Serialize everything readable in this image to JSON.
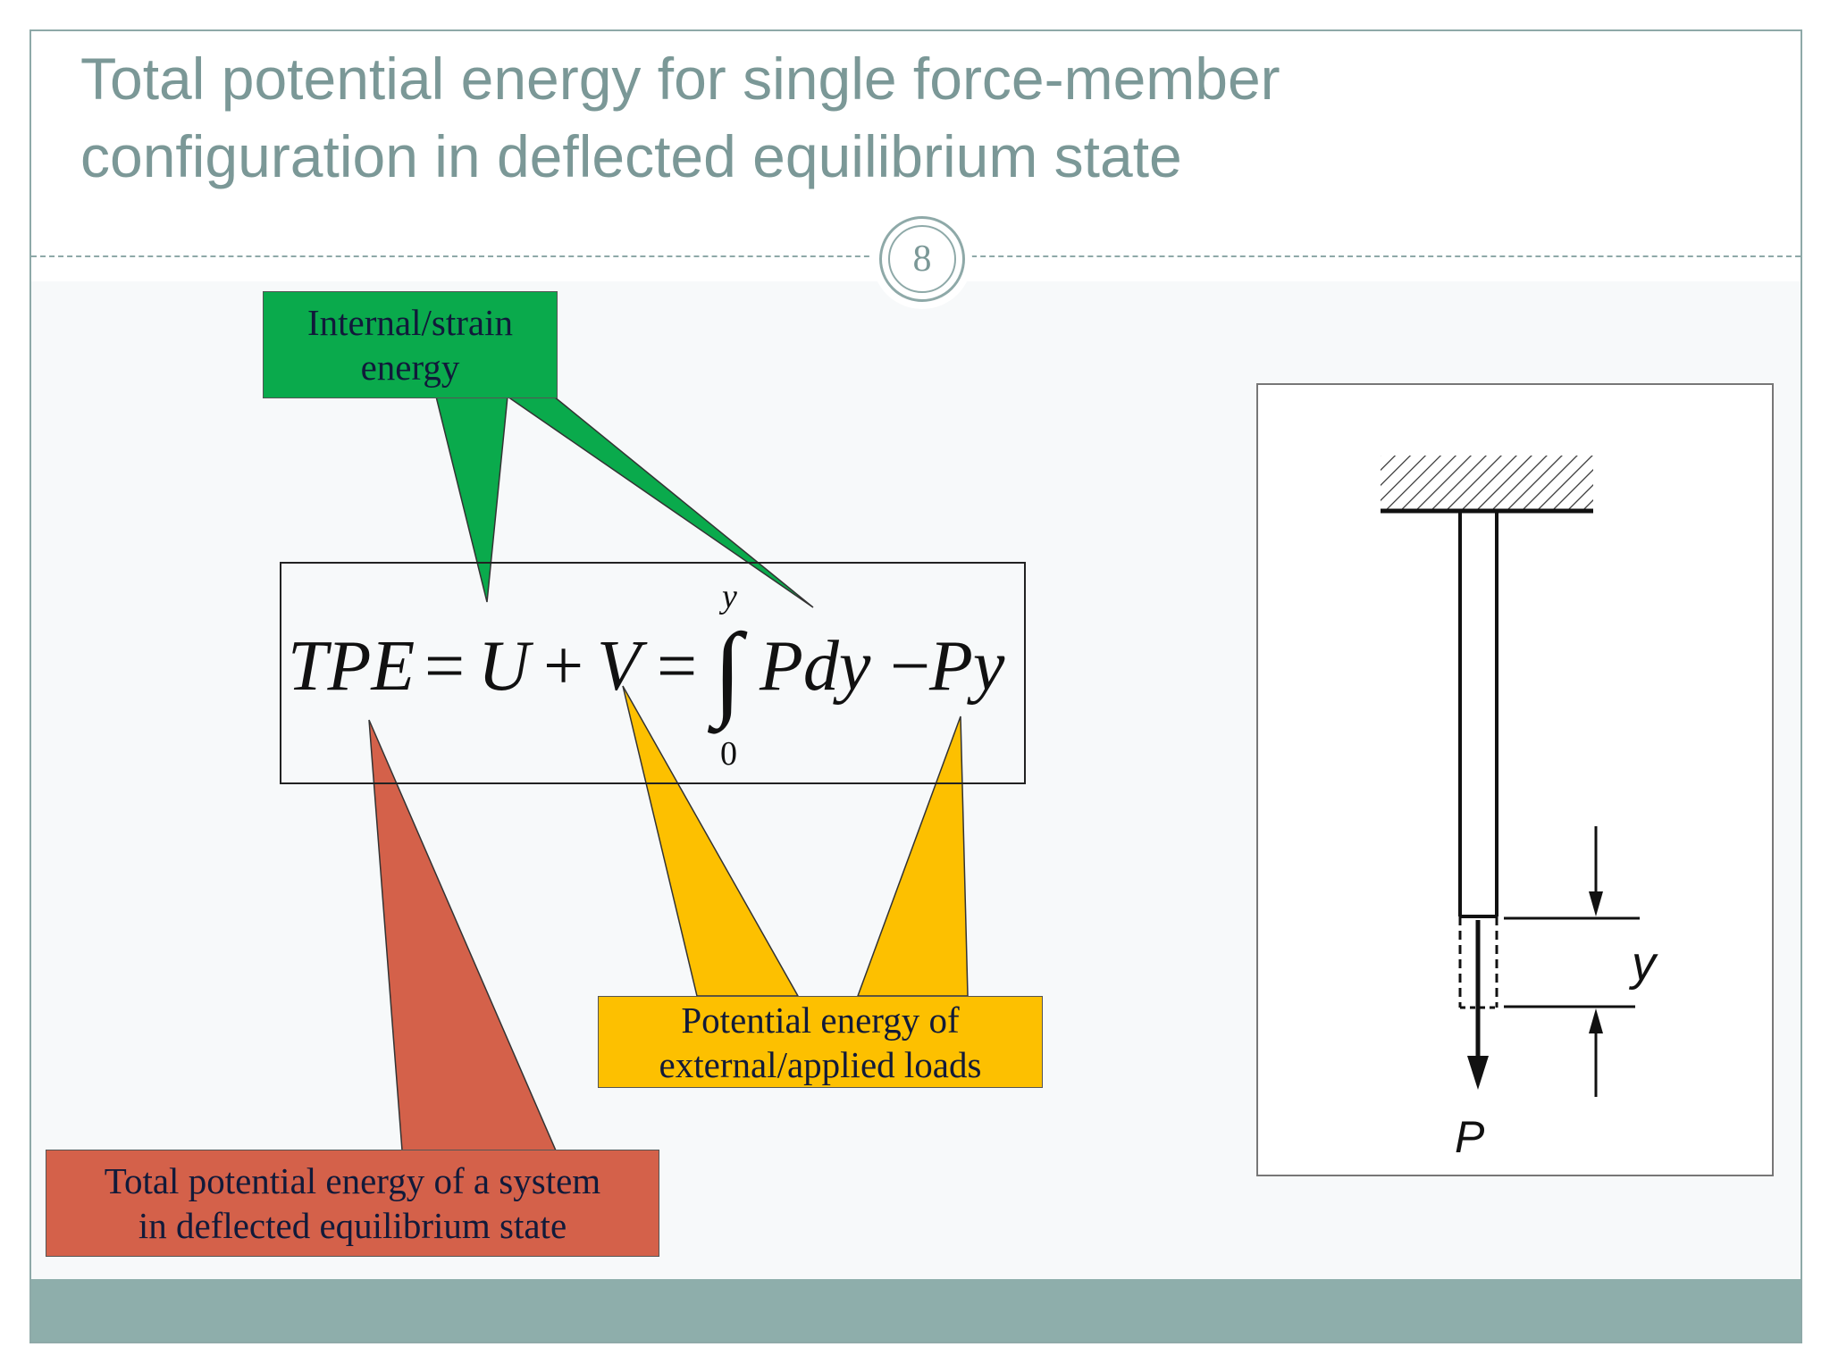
{
  "slide": {
    "title_line1": "Total potential energy for single force-member",
    "title_line2": "configuration in deflected equilibrium state",
    "page_number": "8"
  },
  "formula": {
    "lhs": "TPE",
    "eq1": "=",
    "u": "U",
    "plus": "+",
    "v": "V",
    "eq2": "=",
    "integral_sign": "∫",
    "upper_limit": "y",
    "lower_limit": "0",
    "integrand": "Pdy",
    "minus": "−",
    "last_term": "Py"
  },
  "callouts": {
    "strain": {
      "line1": "Internal/strain",
      "line2": "energy",
      "color": "#0aaa4c"
    },
    "external": {
      "line1": "Potential energy of",
      "line2": "external/applied loads",
      "color": "#fdc000"
    },
    "total": {
      "line1": "Total potential energy of a system",
      "line2": "in deflected equilibrium state",
      "color": "#d4614a"
    }
  },
  "figure": {
    "load_label": "P",
    "deflection_label": "y"
  },
  "colors": {
    "title": "#7b9897",
    "accent": "#8ea9a8",
    "footer": "#8eaeab"
  }
}
